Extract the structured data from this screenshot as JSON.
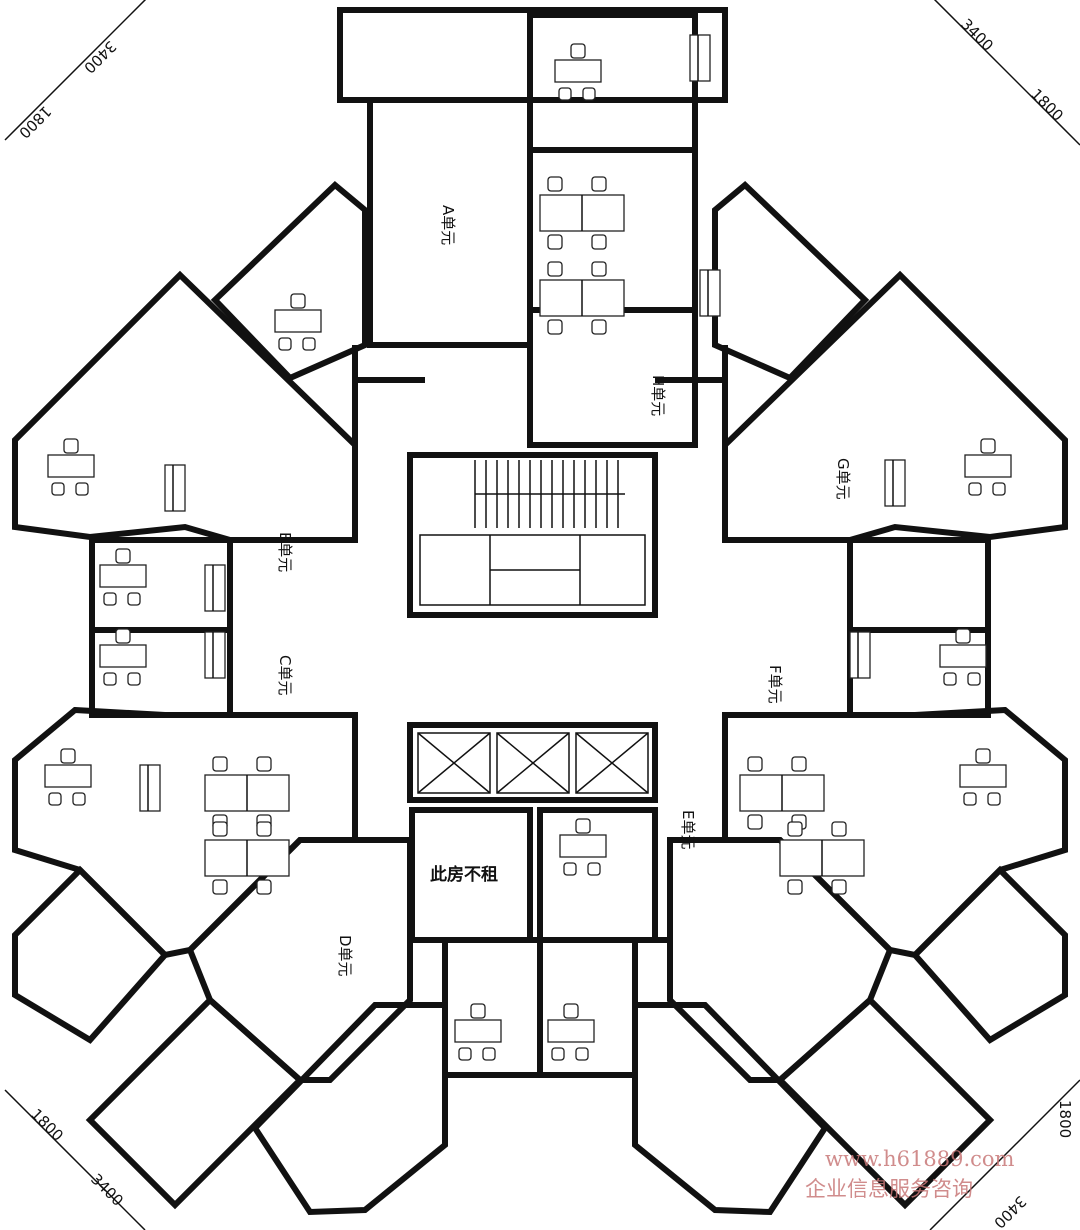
{
  "units": {
    "a": "A单元",
    "b": "B单元",
    "c": "C单元",
    "d": "D单元",
    "e": "E单元",
    "f": "F单元",
    "g": "G单元",
    "h": "H单元"
  },
  "not_for_rent": "此房不租",
  "dimensions": {
    "top_left_outer": "1800",
    "top_left_inner": "3400",
    "top_right_inner": "3400",
    "top_right_outer": "1800",
    "bottom_left_outer": "1800",
    "bottom_left_inner": "3400",
    "bottom_right_outer": "1800",
    "bottom_right_inner": "3400"
  },
  "watermark": {
    "url": "www.h61889.com",
    "text": "企业信息服务咨询"
  },
  "colors": {
    "wall": "#111111",
    "watermark": "#c87878"
  }
}
